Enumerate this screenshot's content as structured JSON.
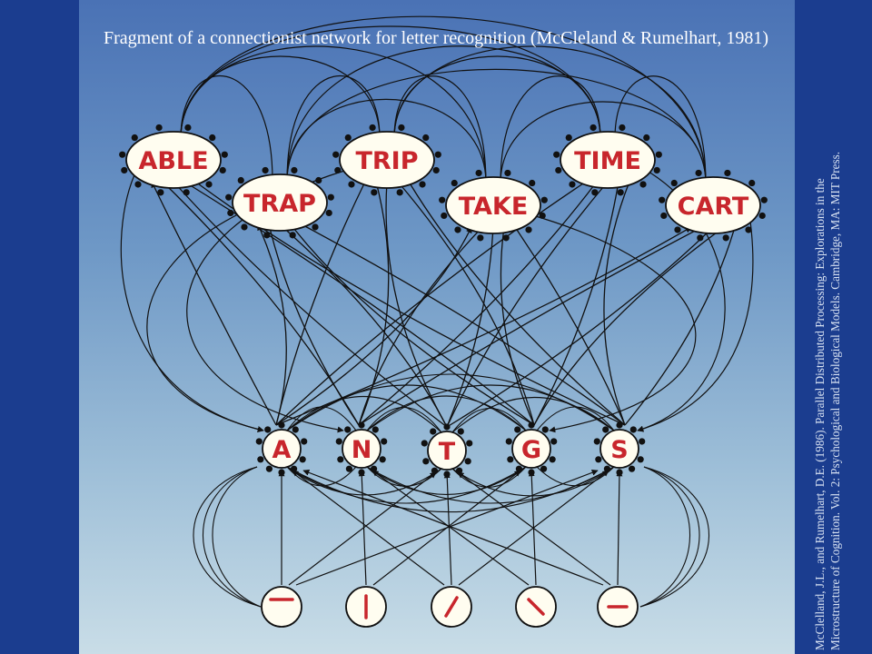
{
  "slide": {
    "title": "Fragment of a connectionist network for letter recognition (McCleland & Rumelhart, 1981)",
    "citation_line1": "McClelland, J.L., and Rumelhart, D.E. (1986). Parallel Distributed Processing: Explorations in the",
    "citation_line2": "Microstructure of Cognition. Vol. 2: Psychological and Biological Models. Cambridge, MA: MIT Press."
  },
  "diagram": {
    "word_nodes": [
      {
        "id": "able",
        "label": "ABLE"
      },
      {
        "id": "trap",
        "label": "TRAP"
      },
      {
        "id": "trip",
        "label": "TRIP"
      },
      {
        "id": "take",
        "label": "TAKE"
      },
      {
        "id": "time",
        "label": "TIME"
      },
      {
        "id": "cart",
        "label": "CART"
      }
    ],
    "letter_nodes": [
      {
        "id": "a",
        "label": "A"
      },
      {
        "id": "n",
        "label": "N"
      },
      {
        "id": "t",
        "label": "T"
      },
      {
        "id": "g",
        "label": "G"
      },
      {
        "id": "s",
        "label": "S"
      }
    ],
    "feature_nodes": [
      {
        "id": "f1",
        "icon": "horizontal-bar-icon"
      },
      {
        "id": "f2",
        "icon": "vertical-bar-icon"
      },
      {
        "id": "f3",
        "icon": "right-diagonal-icon"
      },
      {
        "id": "f4",
        "icon": "left-diagonal-icon"
      },
      {
        "id": "f5",
        "icon": "horizontal-bar-icon"
      }
    ],
    "colors": {
      "panel_top": "#4a72b5",
      "panel_bottom": "#c9dde7",
      "background": "#1b3d8f",
      "node_fill": "#fffdf0",
      "node_label": "#c8262c",
      "edge": "#111111"
    }
  }
}
